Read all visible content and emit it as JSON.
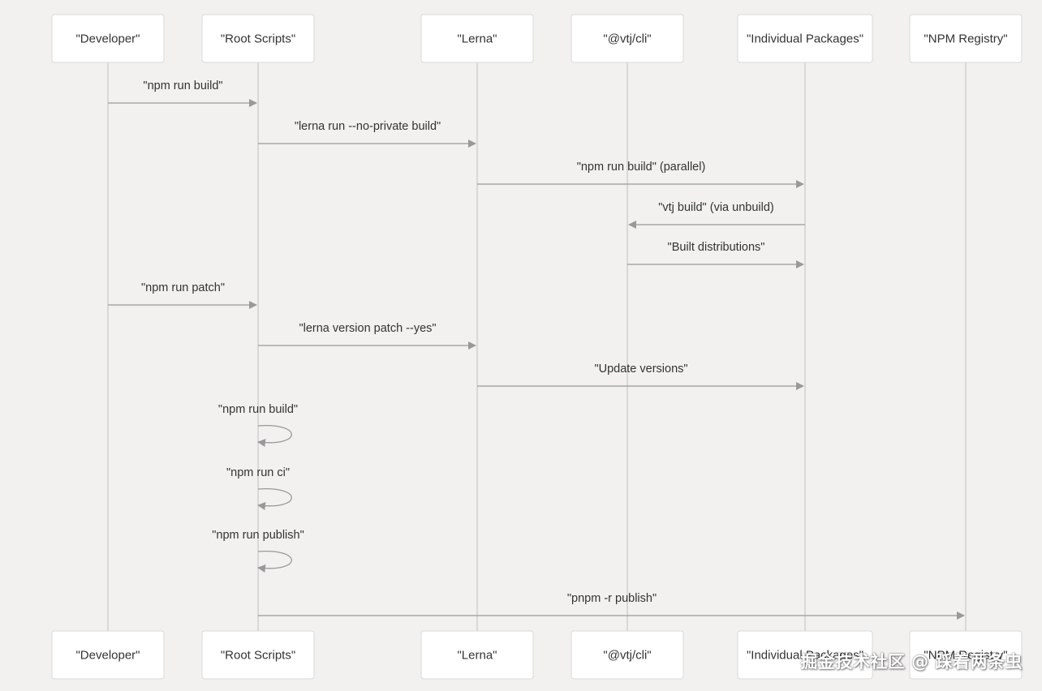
{
  "participants": [
    {
      "id": "developer",
      "label": "\"Developer\""
    },
    {
      "id": "root-scripts",
      "label": "\"Root Scripts\""
    },
    {
      "id": "lerna",
      "label": "\"Lerna\""
    },
    {
      "id": "vtj-cli",
      "label": "\"@vtj/cli\""
    },
    {
      "id": "individual-packages",
      "label": "\"Individual Packages\""
    },
    {
      "id": "npm-registry",
      "label": "\"NPM Registry\""
    }
  ],
  "messages": [
    {
      "from": "developer",
      "to": "root-scripts",
      "label": "\"npm run build\""
    },
    {
      "from": "root-scripts",
      "to": "lerna",
      "label": "\"lerna run --no-private build\""
    },
    {
      "from": "lerna",
      "to": "individual-packages",
      "label": "\"npm run build\" (parallel)"
    },
    {
      "from": "individual-packages",
      "to": "vtj-cli",
      "label": "\"vtj build\" (via unbuild)"
    },
    {
      "from": "vtj-cli",
      "to": "individual-packages",
      "label": "\"Built distributions\""
    },
    {
      "from": "developer",
      "to": "root-scripts",
      "label": "\"npm run patch\""
    },
    {
      "from": "root-scripts",
      "to": "lerna",
      "label": "\"lerna version patch --yes\""
    },
    {
      "from": "lerna",
      "to": "individual-packages",
      "label": "\"Update versions\""
    },
    {
      "from": "root-scripts",
      "to": "root-scripts",
      "label": "\"npm run build\""
    },
    {
      "from": "root-scripts",
      "to": "root-scripts",
      "label": "\"npm run ci\""
    },
    {
      "from": "root-scripts",
      "to": "root-scripts",
      "label": "\"npm run publish\""
    },
    {
      "from": "root-scripts",
      "to": "npm-registry",
      "label": "\"pnpm -r publish\""
    }
  ],
  "watermark": "掘金技术社区 @ 踩着两条虫"
}
